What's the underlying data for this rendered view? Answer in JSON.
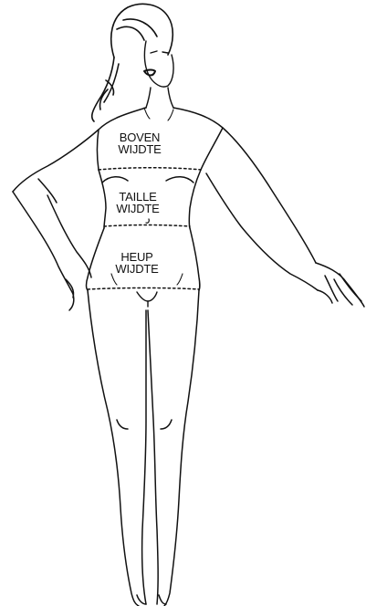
{
  "labels": {
    "bust": {
      "line1": "BOVEN",
      "line2": "WIJDTE"
    },
    "waist": {
      "line1": "TAILLE",
      "line2": "WIJDTE"
    },
    "hip": {
      "line1": "HEUP",
      "line2": "WIJDTE"
    }
  },
  "colors": {
    "ink": "#111111",
    "background": "#ffffff"
  }
}
